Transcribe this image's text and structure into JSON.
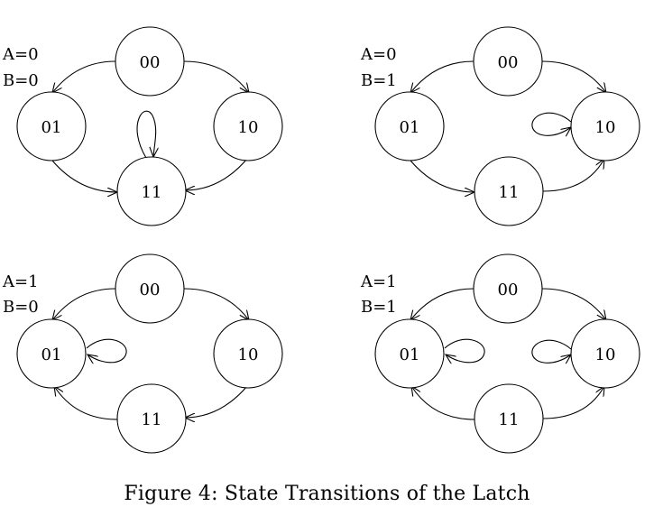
{
  "caption": "Figure 4: State Transitions of the Latch",
  "panels": [
    {
      "condition": [
        "A=0",
        "B=0"
      ],
      "states": {
        "s00": "00",
        "s01": "01",
        "s10": "10",
        "s11": "11"
      },
      "transitions": [
        {
          "from": "00",
          "to": "01"
        },
        {
          "from": "00",
          "to": "10"
        },
        {
          "from": "01",
          "to": "11"
        },
        {
          "from": "10",
          "to": "11"
        },
        {
          "from": "11",
          "to": "11"
        }
      ]
    },
    {
      "condition": [
        "A=0",
        "B=1"
      ],
      "states": {
        "s00": "00",
        "s01": "01",
        "s10": "10",
        "s11": "11"
      },
      "transitions": [
        {
          "from": "00",
          "to": "01"
        },
        {
          "from": "00",
          "to": "10"
        },
        {
          "from": "01",
          "to": "11"
        },
        {
          "from": "11",
          "to": "10"
        },
        {
          "from": "10",
          "to": "10"
        }
      ]
    },
    {
      "condition": [
        "A=1",
        "B=0"
      ],
      "states": {
        "s00": "00",
        "s01": "01",
        "s10": "10",
        "s11": "11"
      },
      "transitions": [
        {
          "from": "00",
          "to": "01"
        },
        {
          "from": "00",
          "to": "10"
        },
        {
          "from": "11",
          "to": "01"
        },
        {
          "from": "10",
          "to": "11"
        },
        {
          "from": "01",
          "to": "01"
        }
      ]
    },
    {
      "condition": [
        "A=1",
        "B=1"
      ],
      "states": {
        "s00": "00",
        "s01": "01",
        "s10": "10",
        "s11": "11"
      },
      "transitions": [
        {
          "from": "00",
          "to": "01"
        },
        {
          "from": "00",
          "to": "10"
        },
        {
          "from": "11",
          "to": "01"
        },
        {
          "from": "11",
          "to": "10"
        },
        {
          "from": "01",
          "to": "01"
        },
        {
          "from": "10",
          "to": "10"
        }
      ]
    }
  ]
}
